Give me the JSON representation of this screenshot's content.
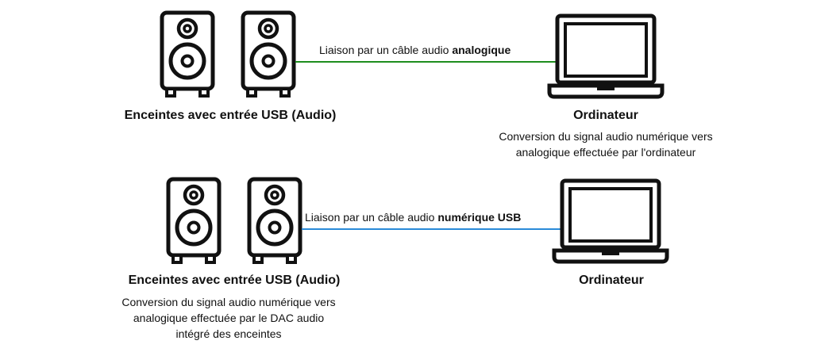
{
  "colors": {
    "analog_cable": "#1e8e1e",
    "digital_cable": "#2a8ad8",
    "icon_stroke": "#111111"
  },
  "top": {
    "speakers_label": "Enceintes avec entrée USB (Audio)",
    "cable_label_prefix": "Liaison par un câble audio ",
    "cable_label_bold": "analogique",
    "computer_label": "Ordinateur",
    "computer_desc_line1": "Conversion du signal audio numérique vers",
    "computer_desc_line2": "analogique effectuée par l'ordinateur"
  },
  "bottom": {
    "speakers_label": "Enceintes avec entrée USB (Audio)",
    "cable_label_prefix": "Liaison par un câble audio ",
    "cable_label_bold": "numérique USB",
    "computer_label": "Ordinateur",
    "speakers_desc_line1": "Conversion du signal audio numérique vers",
    "speakers_desc_line2": "analogique effectuée par le DAC audio",
    "speakers_desc_line3": "intégré des enceintes"
  }
}
